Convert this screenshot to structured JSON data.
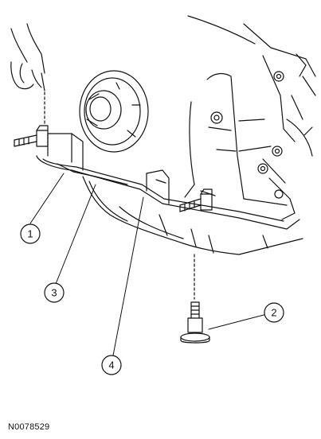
{
  "figure_id": "N0078529",
  "callouts": [
    {
      "id": "1",
      "label": "1"
    },
    {
      "id": "2",
      "label": "2"
    },
    {
      "id": "3",
      "label": "3"
    },
    {
      "id": "4",
      "label": "4"
    }
  ]
}
